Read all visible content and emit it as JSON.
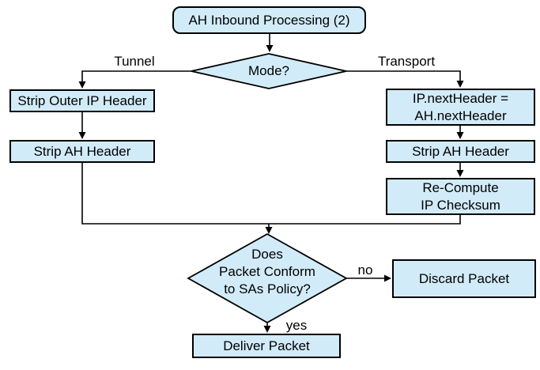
{
  "diagram": {
    "title": "AH Inbound Processing (2)",
    "colors": {
      "node_fill": "#d2ebf8",
      "node_border": "#000000",
      "connector": "#000000",
      "background": "#ffffff",
      "text": "#000000"
    },
    "nodes": {
      "start": "AH Inbound Processing (2)",
      "mode_decision": "Mode?",
      "strip_outer_ip": "Strip Outer IP Header",
      "strip_ah_left": "Strip AH Header",
      "ip_next_header_line1": "IP.nextHeader =",
      "ip_next_header_line2": "AH.nextHeader",
      "strip_ah_right": "Strip AH Header",
      "recompute_line1": "Re-Compute",
      "recompute_line2": "IP Checksum",
      "policy_decision_line1": "Does",
      "policy_decision_line2": "Packet Conform",
      "policy_decision_line3": "to SAs Policy?",
      "discard": "Discard Packet",
      "deliver": "Deliver Packet"
    },
    "edge_labels": {
      "tunnel": "Tunnel",
      "transport": "Transport",
      "no": "no",
      "yes": "yes"
    }
  }
}
